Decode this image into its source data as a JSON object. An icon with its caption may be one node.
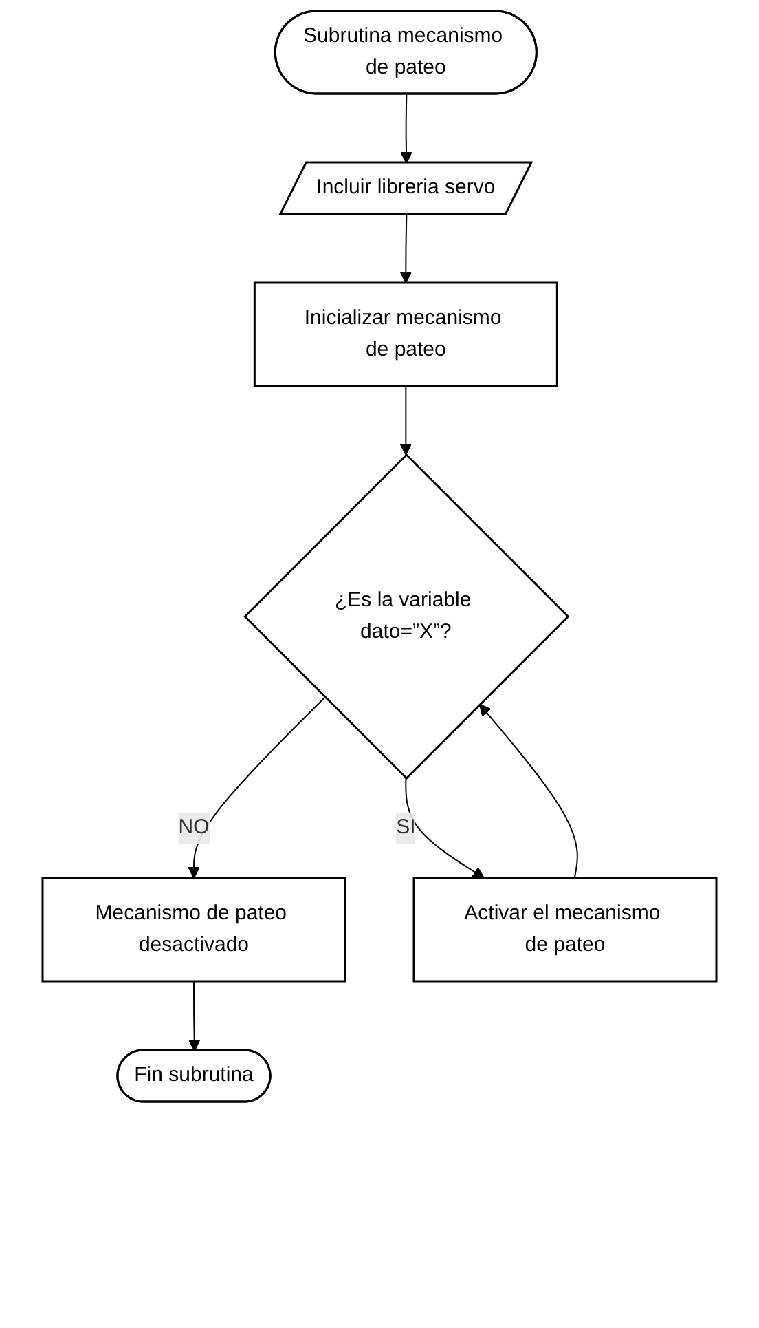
{
  "diagram": {
    "nodes": [
      {
        "text": [
          "Subrutina mecanismo de pateo"
        ]
      },
      {
        "text": [
          "Incluir libreria servo"
        ]
      },
      {
        "text": [
          "Inicializar mecanismo de pateo"
        ]
      },
      {
        "text": [
          "¿Es la variable dato=”X”?"
        ]
      },
      {
        "text": [
          "Mecanismo de pateo desactivado"
        ]
      },
      {
        "text": [
          "Activar el mecanismo de pateo"
        ]
      },
      {
        "text": [
          "Fin subrutina"
        ]
      }
    ],
    "edges": [
      {
        "from": 0,
        "to": 1,
        "arrow": "to"
      },
      {
        "from": 1,
        "to": 2,
        "arrow": "to"
      },
      {
        "from": 2,
        "to": 3,
        "arrow": "to"
      },
      {
        "from": 3,
        "to": 4,
        "label": "NO",
        "arrow": "to"
      },
      {
        "from": 3,
        "to": 5,
        "label": "SI",
        "arrow": "to"
      },
      {
        "from": 5,
        "to": 3,
        "arrow": "to"
      },
      {
        "from": 4,
        "to": 6,
        "arrow": "to"
      }
    ]
  }
}
